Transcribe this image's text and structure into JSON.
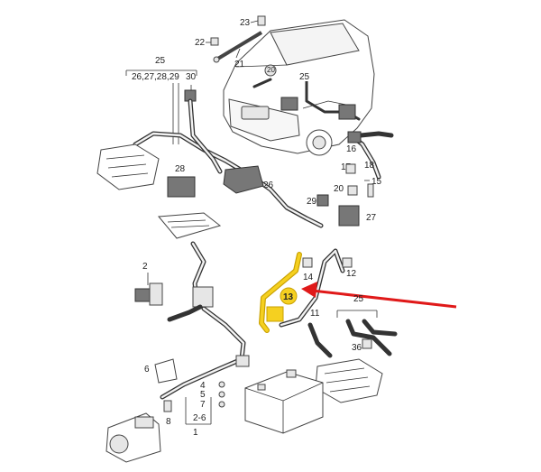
{
  "callouts": {
    "c1": "1",
    "c2": "2",
    "c2_6": "2-6",
    "c4": "4",
    "c5": "5",
    "c6": "6",
    "c7": "7",
    "c8": "8",
    "c11": "11",
    "c12": "12",
    "c13": "13",
    "c14": "14",
    "c15": "15",
    "c16": "16",
    "c17": "17",
    "c18": "18",
    "c20": "20",
    "c21": "21",
    "c22": "22",
    "c23": "23",
    "c25_top": "25",
    "c25_list": "26,27,28,29",
    "c25_car": "25",
    "c25_right": "25",
    "c26": "26",
    "c27": "27",
    "c28": "28",
    "c29": "29",
    "c30": "30",
    "c36": "36"
  },
  "colors": {
    "highlight": "#f5d020",
    "highlight_stroke": "#c9a100",
    "arrow": "#e01919",
    "line": "#333333"
  },
  "icons": {
    "arrow": "red-arrow-icon",
    "vehicle": "van-front-icon"
  }
}
